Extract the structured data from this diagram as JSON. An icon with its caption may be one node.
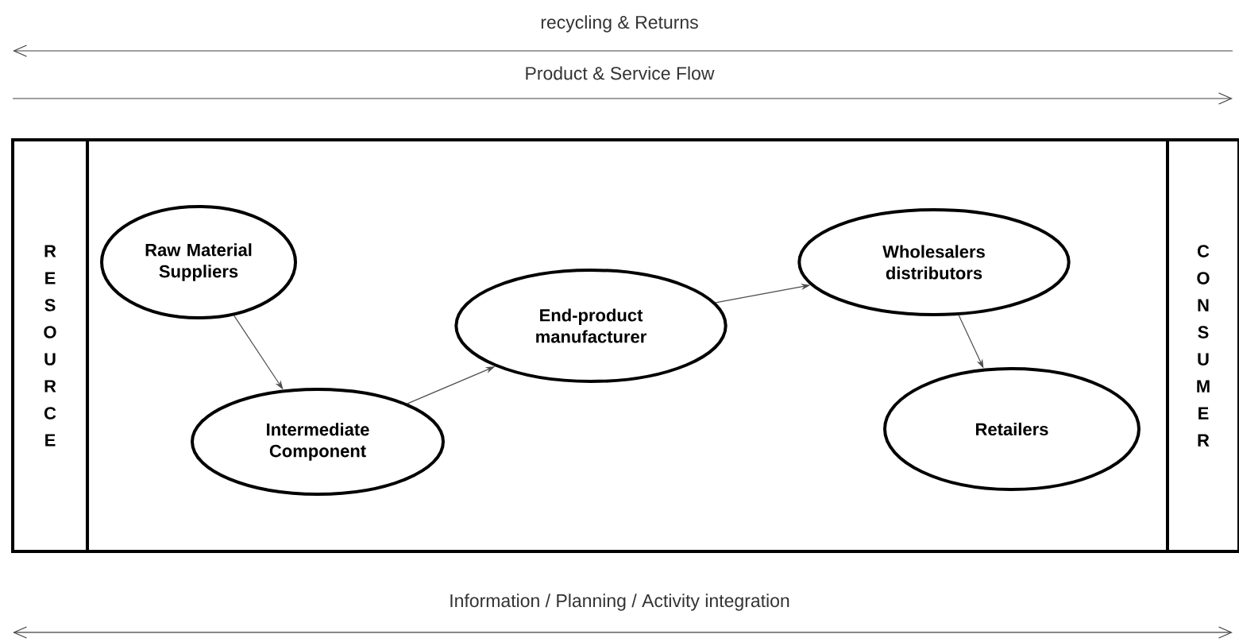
{
  "diagram": {
    "nodes": [
      {
        "text": [
          "RESOURCE"
        ]
      },
      {
        "text": [
          "CONSUMER"
        ]
      },
      {
        "text": [
          "Raw Material Suppliers"
        ]
      },
      {
        "text": [
          "Intermediate Component"
        ]
      },
      {
        "text": [
          "End-product manufacturer"
        ]
      },
      {
        "text": [
          "Wholesalers distributors"
        ]
      },
      {
        "text": [
          "Retailers"
        ]
      }
    ],
    "edges": [
      {
        "from": 2,
        "to": 3,
        "arrow": "to"
      },
      {
        "from": 3,
        "to": 4,
        "arrow": "to"
      },
      {
        "from": 4,
        "to": 5,
        "arrow": "to"
      },
      {
        "from": 5,
        "to": 6,
        "arrow": "to"
      }
    ],
    "labels": [
      "recycling & Returns",
      "Product & Service Flow",
      "Information / Planning  / Activity integration"
    ]
  }
}
